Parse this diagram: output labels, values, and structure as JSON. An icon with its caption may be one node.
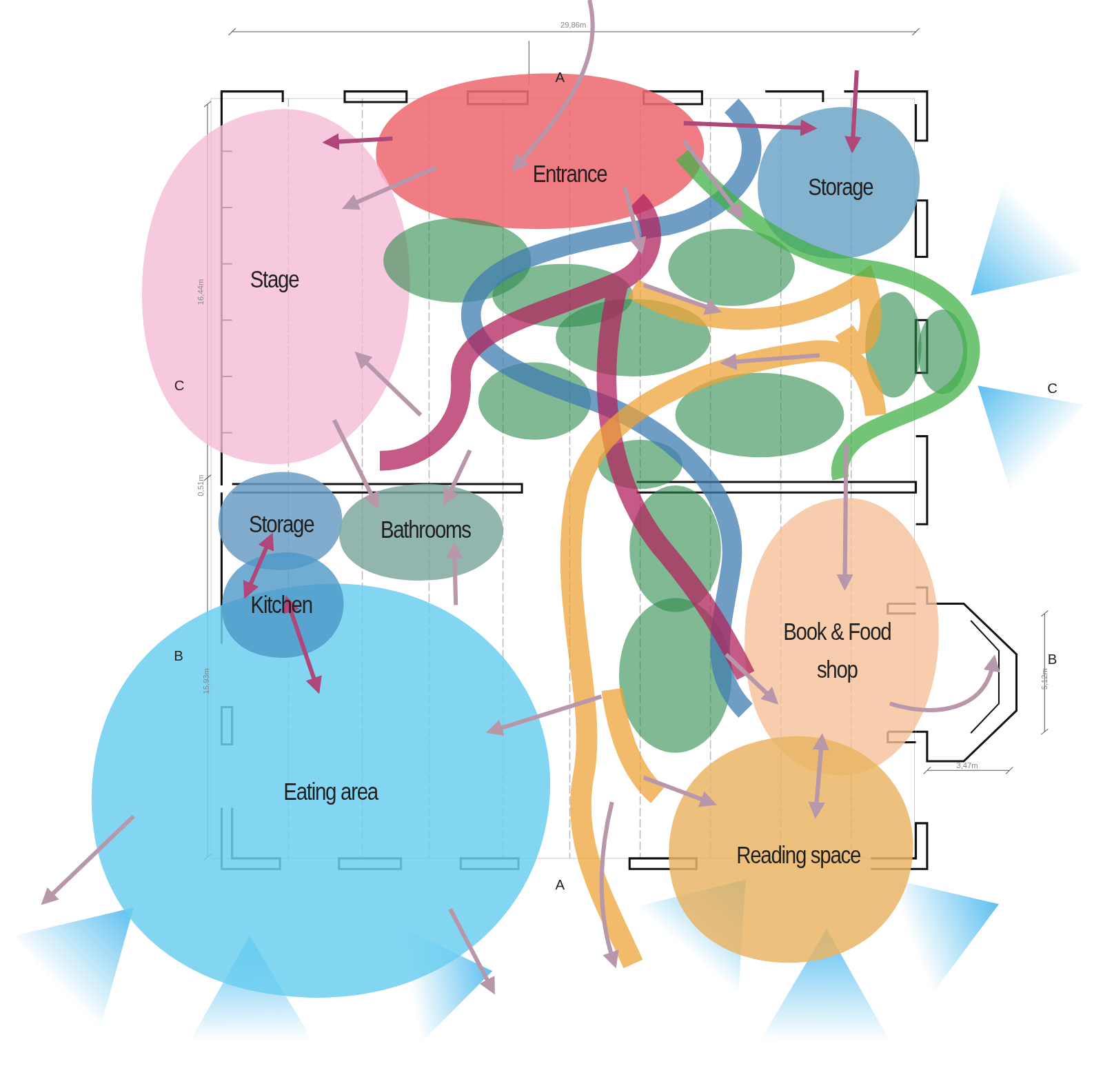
{
  "diagram": {
    "nodes": [
      {
        "text": [
          "Entrance"
        ]
      },
      {
        "text": [
          "Stage"
        ]
      },
      {
        "text": [
          "Storage"
        ]
      },
      {
        "text": [
          "Storage"
        ]
      },
      {
        "text": [
          "Bathrooms"
        ]
      },
      {
        "text": [
          "Kitchen"
        ]
      },
      {
        "text": [
          "Eating area"
        ]
      },
      {
        "text": [
          "Book & Food shop"
        ]
      },
      {
        "text": [
          "Reading space"
        ]
      }
    ],
    "edges": [
      {
        "from": null,
        "to": 0,
        "arrow": "to"
      },
      {
        "from": 0,
        "to": 1,
        "arrow": "to",
        "color": "#b0477a"
      },
      {
        "from": 0,
        "to": 1,
        "arrow": "to"
      },
      {
        "from": 0,
        "to": 2,
        "arrow": "to",
        "color": "#b0477a"
      },
      {
        "from": null,
        "to": 2,
        "arrow": "to",
        "color": "#b0477a"
      },
      {
        "from": 0,
        "to": 2,
        "arrow": "to"
      },
      {
        "from": 0,
        "to": null,
        "arrow": "to"
      },
      {
        "from": null,
        "to": 1,
        "arrow": "to"
      },
      {
        "from": 1,
        "to": 4,
        "arrow": "to"
      },
      {
        "from": null,
        "to": 4,
        "arrow": "to"
      },
      {
        "from": 6,
        "to": 4,
        "arrow": "to"
      },
      {
        "from": 3,
        "to": 5,
        "arrow": "both",
        "color": "#b0477a"
      },
      {
        "from": 5,
        "to": 6,
        "arrow": "both",
        "color": "#b0477a"
      },
      {
        "from": null,
        "to": 6,
        "arrow": "to"
      },
      {
        "from": null,
        "to": 7,
        "arrow": "to"
      },
      {
        "from": null,
        "to": 7,
        "arrow": "to"
      },
      {
        "from": 7,
        "to": 8,
        "arrow": "both"
      },
      {
        "from": null,
        "to": 8,
        "arrow": "to"
      },
      {
        "from": 6,
        "to": null,
        "arrow": "to"
      },
      {
        "from": 6,
        "to": null,
        "arrow": "to"
      },
      {
        "from": 7,
        "to": null,
        "arrow": "to"
      }
    ],
    "labels": [
      "29,86m",
      "A",
      "16,44m",
      "C",
      "C",
      "0,51m",
      "B",
      "15,93m",
      "B",
      "5,12m",
      "3,47m",
      "A"
    ]
  }
}
